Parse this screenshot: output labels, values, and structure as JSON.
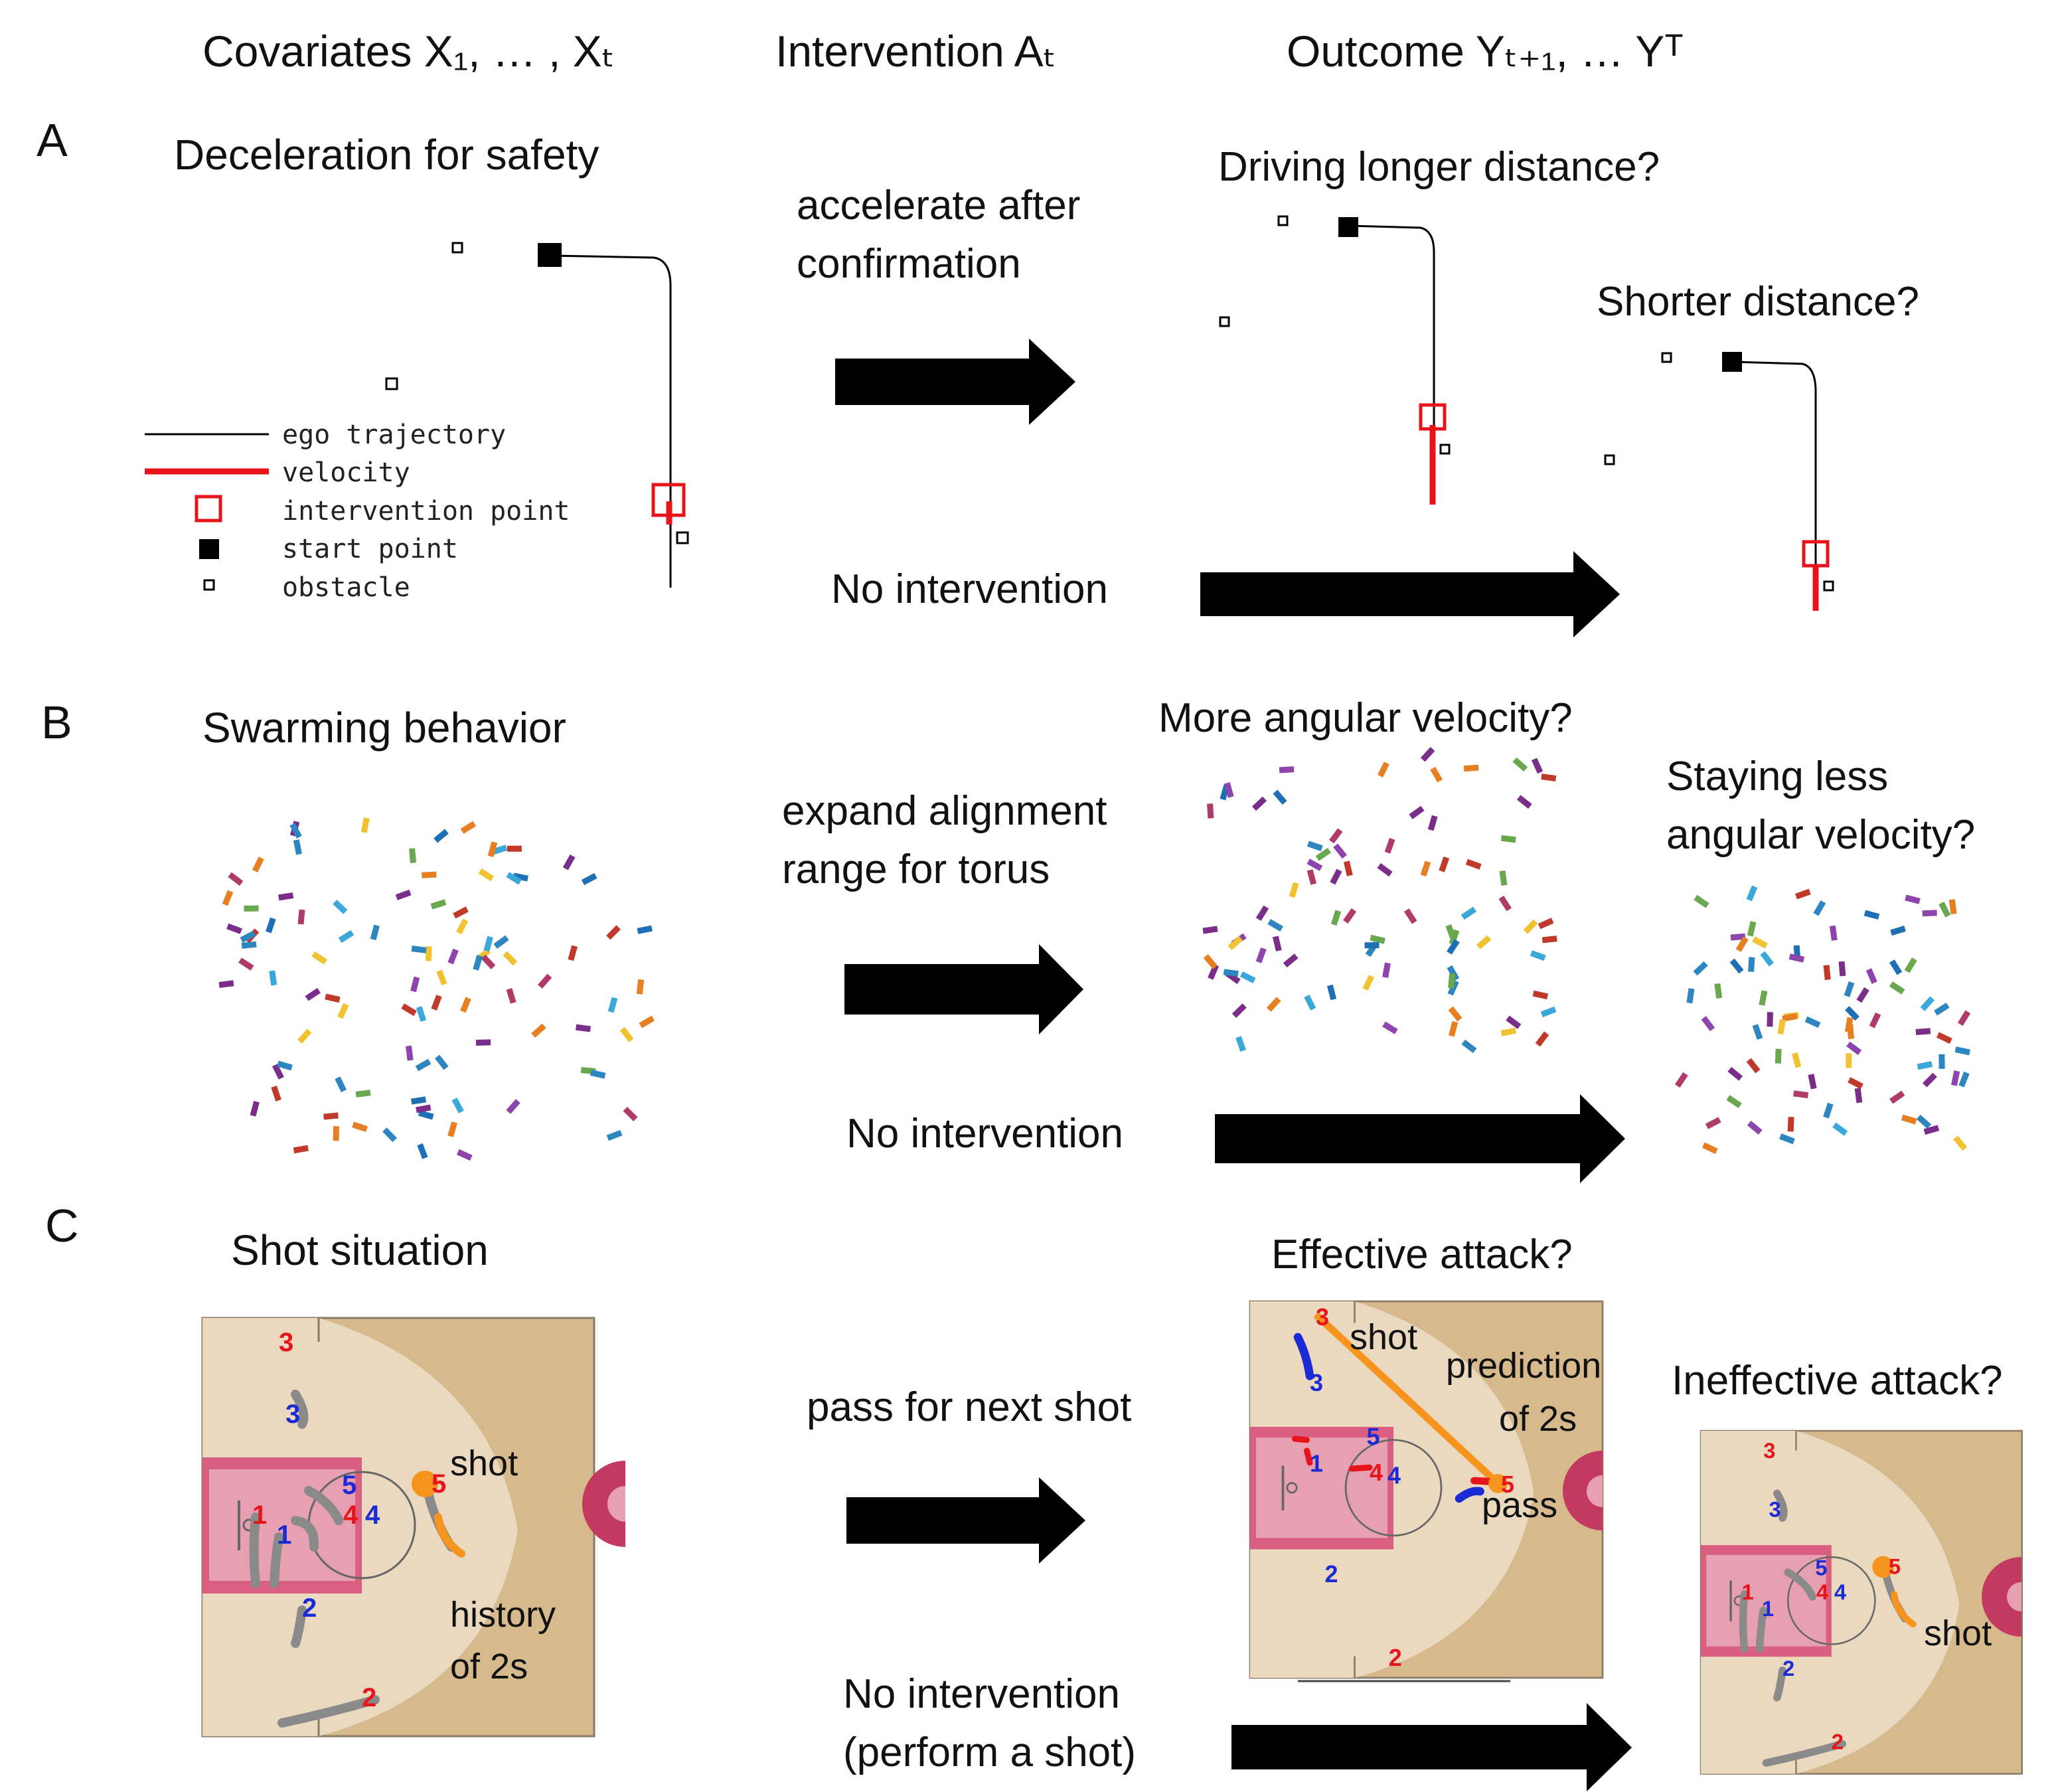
{
  "headers": {
    "covariates": "Covariates X₁, … , Xₜ",
    "intervention": "Intervention Aₜ",
    "outcome": "Outcome Yₜ₊₁, … Yᵀ"
  },
  "panel_a": {
    "letter": "A",
    "title": "Deceleration for safety",
    "action": [
      "accelerate after",
      "confirmation"
    ],
    "no_intervention": "No intervention",
    "outcome1": "Driving longer distance?",
    "outcome2": "Shorter distance?",
    "legend": [
      "ego trajectory",
      "velocity",
      "intervention point",
      "start point",
      "obstacle"
    ]
  },
  "panel_b": {
    "letter": "B",
    "title": "Swarming behavior",
    "action": [
      "expand alignment",
      "range for torus"
    ],
    "no_intervention": "No intervention",
    "outcome1": "More angular velocity?",
    "outcome2": [
      "Staying less",
      "angular velocity?"
    ]
  },
  "panel_c": {
    "letter": "C",
    "title": "Shot situation",
    "action": "pass for next shot",
    "no_intervention": [
      "No intervention",
      "(perform a shot)"
    ],
    "outcome1": "Effective attack?",
    "outcome2": "Ineffective attack?",
    "court1": {
      "shot": "shot",
      "history": [
        "history",
        "of 2s"
      ]
    },
    "court2": {
      "shot": "shot",
      "prediction": [
        "prediction",
        "of 2s"
      ],
      "pass": "pass"
    },
    "court3": {
      "shot": "shot"
    }
  },
  "colors": {
    "velocity": "#e8141c",
    "attack": "#e8141c",
    "defense": "#1a2bd6",
    "ball": "#f7941d",
    "paint": "#c23a5f",
    "court": "#d9b98c"
  }
}
